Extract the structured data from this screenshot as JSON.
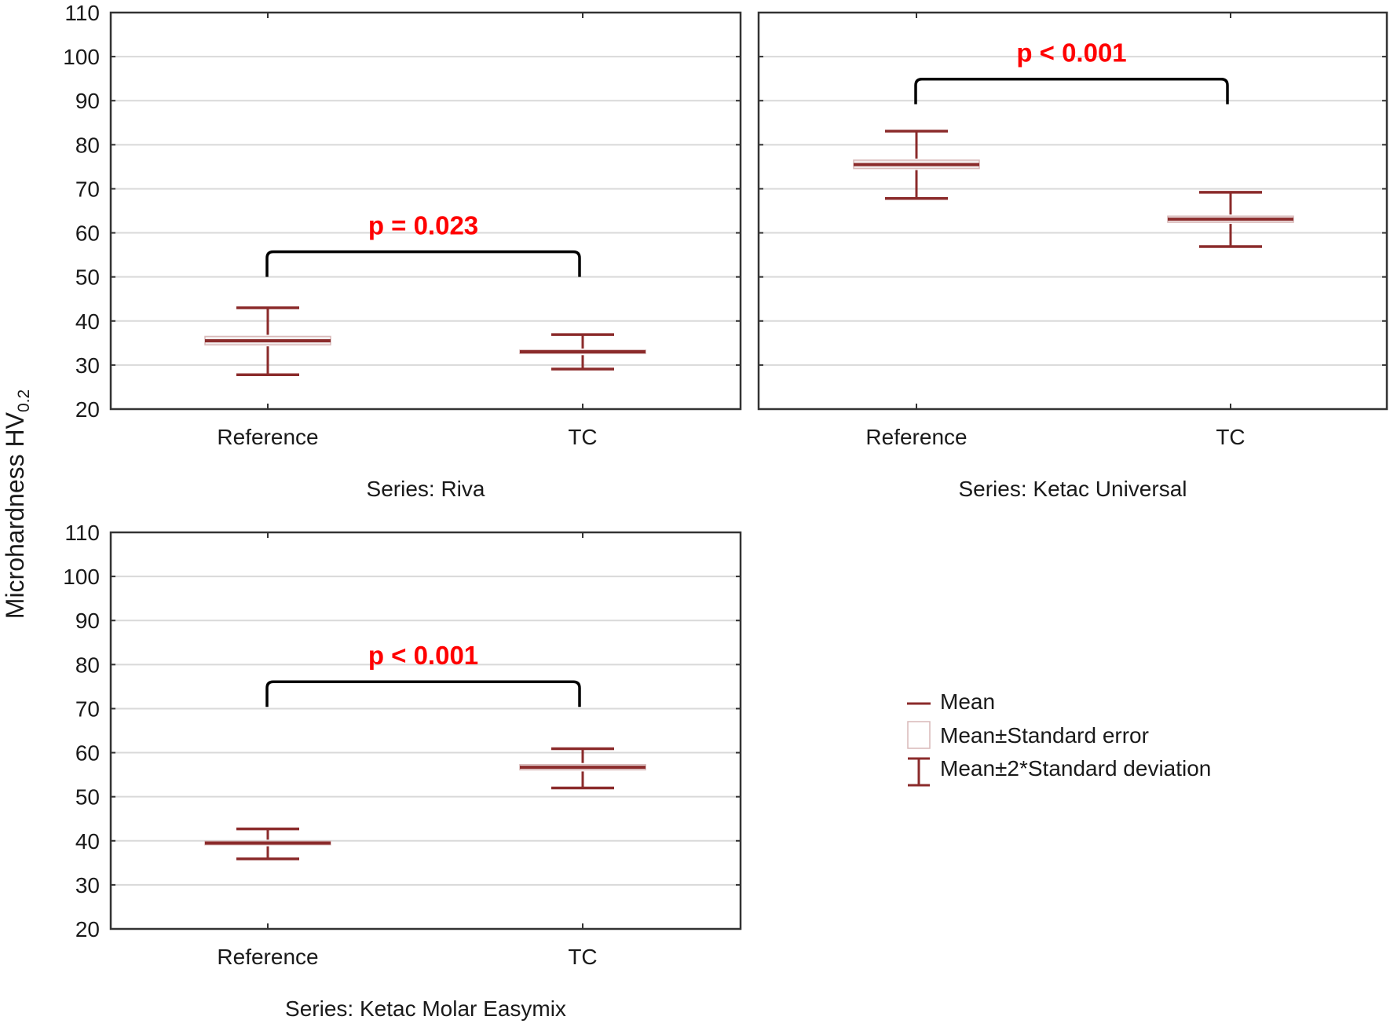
{
  "figure": {
    "y_axis_title": "Microhardness HV",
    "y_axis_title_subscript": "0.2"
  },
  "colors": {
    "mean_line": "#8b2b2b",
    "whisker": "#8b2b2b",
    "se_box_border": "#d8b9b9",
    "se_box_fill": "#f3eded",
    "pvalue_text": "#ff0000",
    "bracket": "#000000",
    "axis": "#333333",
    "grid": "#d9d9d9"
  },
  "legend": {
    "items": [
      {
        "symbol": "mean-line",
        "label": "Mean"
      },
      {
        "symbol": "se-box",
        "label": "Mean±Standard error"
      },
      {
        "symbol": "sd-whisker",
        "label": "Mean±2*Standard deviation"
      }
    ]
  },
  "chart_data": [
    {
      "type": "box-whisker",
      "title": "Series: Riva",
      "xlabel": "",
      "ylabel": "Microhardness HV0.2",
      "ylim": [
        20,
        110
      ],
      "yticks": [
        20,
        30,
        40,
        50,
        60,
        70,
        80,
        90,
        100,
        110
      ],
      "grid": true,
      "categories": [
        "Reference",
        "TC"
      ],
      "series": [
        {
          "name": "Reference",
          "mean": 35.5,
          "se_low": 34.6,
          "se_high": 36.5,
          "sd2_low": 27.8,
          "sd2_high": 43.0
        },
        {
          "name": "TC",
          "mean": 33.0,
          "se_low": 32.6,
          "se_high": 33.4,
          "sd2_low": 29.1,
          "sd2_high": 36.9
        }
      ],
      "annotation": {
        "text": "p = 0.023",
        "bracket_y": 55.7,
        "bracket_leg_y": 50.0
      }
    },
    {
      "type": "box-whisker",
      "title": "Series: Ketac Universal",
      "xlabel": "",
      "ylabel": "Microhardness HV0.2",
      "ylim": [
        20,
        110
      ],
      "yticks": [
        20,
        30,
        40,
        50,
        60,
        70,
        80,
        90,
        100,
        110
      ],
      "grid": true,
      "categories": [
        "Reference",
        "TC"
      ],
      "series": [
        {
          "name": "Reference",
          "mean": 75.5,
          "se_low": 74.6,
          "se_high": 76.5,
          "sd2_low": 67.8,
          "sd2_high": 83.1
        },
        {
          "name": "TC",
          "mean": 63.1,
          "se_low": 62.4,
          "se_high": 63.8,
          "sd2_low": 56.9,
          "sd2_high": 69.2
        }
      ],
      "annotation": {
        "text": "p < 0.001",
        "bracket_y": 94.9,
        "bracket_leg_y": 89.2
      }
    },
    {
      "type": "box-whisker",
      "title": "Series: Ketac Molar Easymix",
      "xlabel": "",
      "ylabel": "Microhardness HV0.2",
      "ylim": [
        20,
        110
      ],
      "yticks": [
        20,
        30,
        40,
        50,
        60,
        70,
        80,
        90,
        100,
        110
      ],
      "grid": true,
      "categories": [
        "Reference",
        "TC"
      ],
      "series": [
        {
          "name": "Reference",
          "mean": 39.5,
          "se_low": 39.1,
          "se_high": 39.9,
          "sd2_low": 35.9,
          "sd2_high": 42.7
        },
        {
          "name": "TC",
          "mean": 56.7,
          "se_low": 56.1,
          "se_high": 57.3,
          "sd2_low": 52.0,
          "sd2_high": 60.9
        }
      ],
      "annotation": {
        "text": "p < 0.001",
        "bracket_y": 76.1,
        "bracket_leg_y": 70.4
      }
    }
  ]
}
